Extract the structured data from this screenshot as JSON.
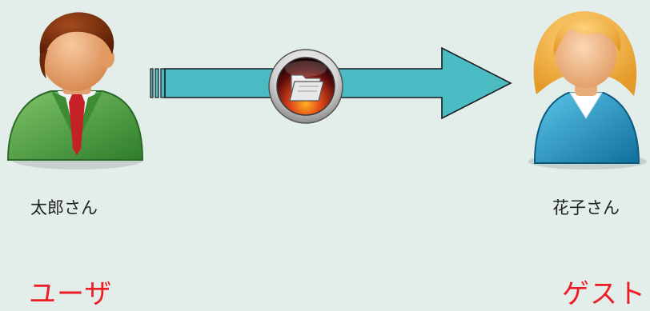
{
  "diagram": {
    "sender": {
      "name": "太郎さん",
      "role": "ユーザ",
      "icon": "male-user-icon"
    },
    "receiver": {
      "name": "花子さん",
      "role": "ゲスト",
      "icon": "female-user-icon"
    },
    "transfer": {
      "icon": "folder-icon",
      "direction": "left-to-right"
    },
    "colors": {
      "background": "#e3ede9",
      "arrow_fill": "#4bbcc4",
      "role_text": "#ee1c25",
      "name_text": "#222222"
    }
  }
}
